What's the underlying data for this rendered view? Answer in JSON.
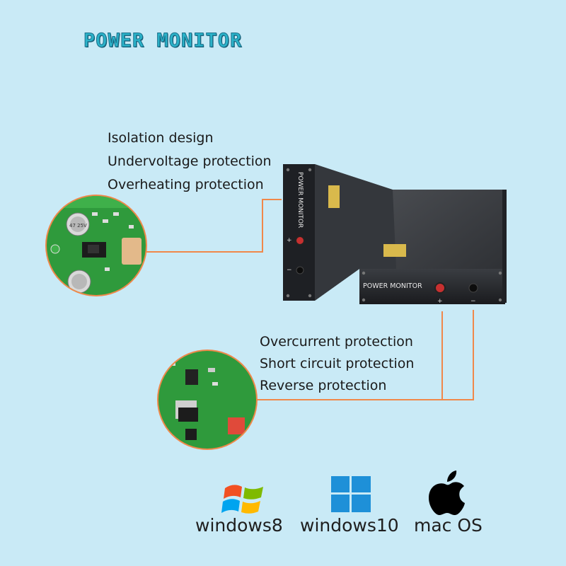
{
  "header": {
    "title": "POWER MONITOR"
  },
  "features_top": [
    "Isolation design",
    "Undervoltage protection",
    "Overheating protection"
  ],
  "features_bottom": [
    "Overcurrent protection",
    "Short circuit protection",
    "Reverse protection"
  ],
  "device": {
    "front_label": "POWER MONITOR",
    "side_label": "POWER MONITOR",
    "front_plus": "+",
    "front_minus": "−",
    "side_plus": "+",
    "side_minus": "−"
  },
  "pcb_top": {
    "cap_text": "47 25V"
  },
  "os": [
    {
      "label": "windows8",
      "icon": "windows8-logo-icon"
    },
    {
      "label": "windows10",
      "icon": "windows10-logo-icon"
    },
    {
      "label": "mac OS",
      "icon": "apple-logo-icon"
    }
  ],
  "colors": {
    "background": "#c9eaf6",
    "accent_line": "#f0884a",
    "title": "#2bb3c9",
    "pcb_green": "#2f9a3c",
    "device_body": "#222428"
  }
}
